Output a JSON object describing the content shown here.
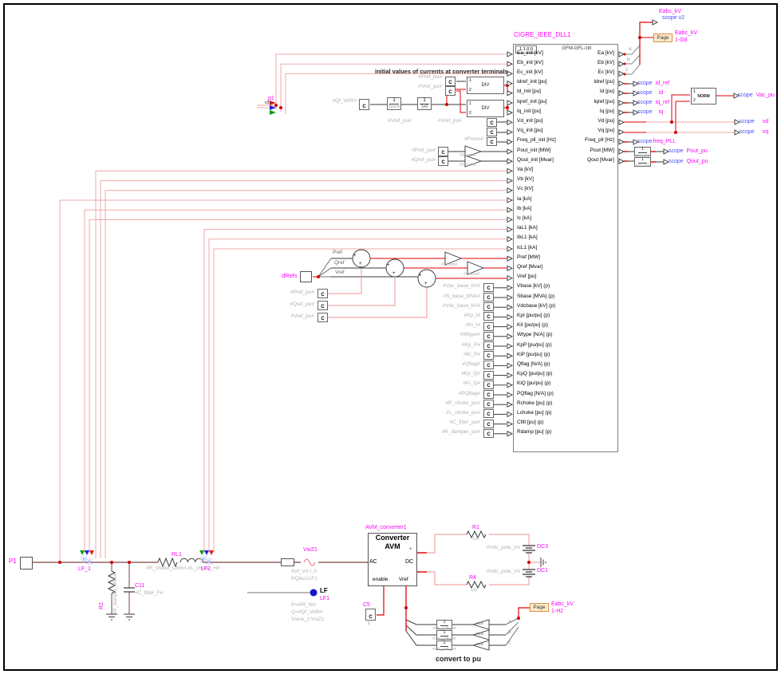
{
  "colors": {
    "magenta": "#ff00ff",
    "scope_blue": "#4f4fff",
    "param_gray": "#b0b0b0",
    "wire_pink": "#f0a8a8",
    "wire_red": "#e00000",
    "bus_maroon": "#7e4444",
    "page_fill": "#ffeacc",
    "page_border": "#d89040"
  },
  "abc": [
    "a",
    "b",
    "c"
  ],
  "p1": {
    "label": "p1",
    "sub": "v(t)"
  },
  "dll": {
    "title": "CIGRE_IEEE_DLL1",
    "version": "1.1.0.0",
    "subtitle": "GFM-GFL-ctrl",
    "left_pins": [
      "Ea_init [kV]",
      "Eb_init [kV]",
      "Ec_init [kV]",
      "Idref_init [pu]",
      "Id_init [pu]",
      "Iqref_init [pu]",
      "Iq_init [pu]",
      "Vd_init [pu]",
      "Vq_init [pu]",
      "Freq_pll_init [Hz]",
      "Pout_init [MW]",
      "Qout_init [Mvar]",
      "Va [kV]",
      "Vb [kV]",
      "Vc [kV]",
      "Ia [kA]",
      "Ib [kA]",
      "Ic [kA]",
      "IaL1 [kA]",
      "IbL1 [kA]",
      "IcL1 [kA]",
      "Pref [MW]",
      "Qref [Mvar]",
      "Vref [pu]",
      "Vbase [kV] (p)",
      "Sbase [MVA] (p)",
      "Vdcbase [kV] (p)",
      "KpI [pu/pu] (p)",
      "KiI [pu/pu] (p)",
      "Wtype [N/A] (p)",
      "KpP [pu/pu] (p)",
      "KiP [pu/pu] (p)",
      "Qflag [N/A] (p)",
      "KpQ [pu/pu] (p)",
      "KiQ [pu/pu] (p)",
      "PQflag [N/A] (p)",
      "Rchoke [pu] (p)",
      "Lchoke [pu] (p)",
      "Cfilt [pu] (p)",
      "Rdamp [pu] (p)"
    ],
    "right_pins": [
      "Ea [kV]",
      "Eb [kV]",
      "Ec [kV]",
      "Idref [pu]",
      "Id [pu]",
      "Iqref [pu]",
      "Iq [pu]",
      "Vd [pu]",
      "Vq [pu]",
      "Freq_pll [Hz]",
      "Pout [MW]",
      "Qout [Mvar]"
    ]
  },
  "params": [
    "#Vac_base_kV#",
    "#S_base_MVA#",
    "#Vdc_base_kV#",
    "#Kp_I#",
    "#Ki_I#",
    "#Wtype#",
    "#Kp_P#",
    "#Ki_P#",
    "#Qflag#",
    "#Kp_Q#",
    "#Ki_Q#",
    "#PQflag#",
    "#R_choke_pu#",
    "#L_choke_pu#",
    "#C_filter_pu#",
    "#R_damper_pu#"
  ],
  "top_feed": {
    "note": "initial values of currents at converter terminals",
    "qf_const": "#Qf_VAR#",
    "g1_num": "1",
    "g1_den": "#Snom#",
    "g2_num": "1",
    "g2_den": "1e6",
    "div1": "DIV",
    "div2": "DIV",
    "port1": "1",
    "port2": "2",
    "c_pref": "#Pref_pu#",
    "c_vref": "#Vref_pu#",
    "lbl_vref_a": "#Vref_pu#",
    "lbl_vref_b": "#Vref_pu#",
    "fnom": "#Fnom#",
    "c_pref2": "#Pref_pu#",
    "c_qref2": "#Qref_pu#",
    "snom_a": "#Snom#",
    "snom_b": "#Snom#",
    "c_glyph": "C"
  },
  "refs": {
    "drefs": "dRefs",
    "taps": [
      "Pref",
      "Qref",
      "Vref"
    ],
    "consts": [
      "#Pref_pu#",
      "#Qref_pu#",
      "#Vref_pu#"
    ],
    "gain1": "#Snom#",
    "gain2": "#Snom#",
    "plus": "+"
  },
  "norm": {
    "label": "NORM",
    "in1": "1",
    "in2": "2"
  },
  "snom_stack": {
    "num": "1",
    "den": "#Snom#",
    "num2": "1",
    "den2": "#Snom#"
  },
  "scopes": {
    "v2": {
      "signal": "Eabc_kV",
      "label": "scope v2"
    },
    "id_ref": {
      "prefix": "scope",
      "signal": "id_ref"
    },
    "id": {
      "prefix": "scope",
      "signal": "id"
    },
    "iq_ref": {
      "prefix": "scope",
      "signal": "iq_ref"
    },
    "iq": {
      "prefix": "scope",
      "signal": "iq"
    },
    "vac_pu": {
      "prefix": "scope",
      "signal": "Vac_pu"
    },
    "vd": {
      "prefix": "scope",
      "signal": "vd"
    },
    "vq": {
      "prefix": "scope",
      "signal": "vq"
    },
    "freq_pll": {
      "prefix": "scope",
      "signal": "freq_PLL"
    },
    "pout_pu": {
      "prefix": "scope",
      "signal": "Pout_pu"
    },
    "qout_pu": {
      "prefix": "scope",
      "signal": "Qout_pu"
    }
  },
  "pages": {
    "g8": {
      "label": "Page",
      "signal": "Eabc_kV",
      "ref": "1-G8"
    },
    "h2": {
      "label": "Page",
      "signal": "Eabc_kV",
      "ref": "1-H2"
    }
  },
  "bottom": {
    "p1_label": "P1",
    "lf1_label": "LF_1",
    "lf2_label": "LF2",
    "r2_name": "R2",
    "r2_value": "#R_damper_Ohm#",
    "c11_name": "C11",
    "c11_value": "#C_filter_F#",
    "rl1_name": "RL1",
    "rl1_value": "#R_choke_Ohm#,#L_choke_H#",
    "vwz1_name": "VwZ1",
    "vwz1_line1": "#Vf_V# /_0",
    "vwz1_line2": "PQbus:LF1",
    "lf_tag": "LF",
    "lf_name": "LF1",
    "lf_line1": "P=#Pf_W#",
    "lf_line2": "Q=#Qf_VAR#",
    "lf_line3": "Vsine_z:VwZ1",
    "avm_name": "AVM_converter1",
    "avm_title1": "Converter",
    "avm_title2": "AVM",
    "avm_ac": "AC",
    "avm_dc": "DC",
    "avm_enable": "enable",
    "avm_vref": "Vref",
    "avm_plus": "+",
    "c5_name": "C5",
    "c5_value": "1",
    "r1_name": "R1",
    "r1_value": "1m",
    "r4_name": "R4",
    "r4_value": "1m",
    "dc3_name": "DC3",
    "dc3_value": "#Vdc_pole_V#",
    "dc1_name": "DC1",
    "dc1_value": "#Vdc_pole_V#",
    "pu_tri": "1000",
    "pu_num": "1",
    "pu_den": "#Vdc_pole_V#",
    "note": "convert to pu"
  }
}
